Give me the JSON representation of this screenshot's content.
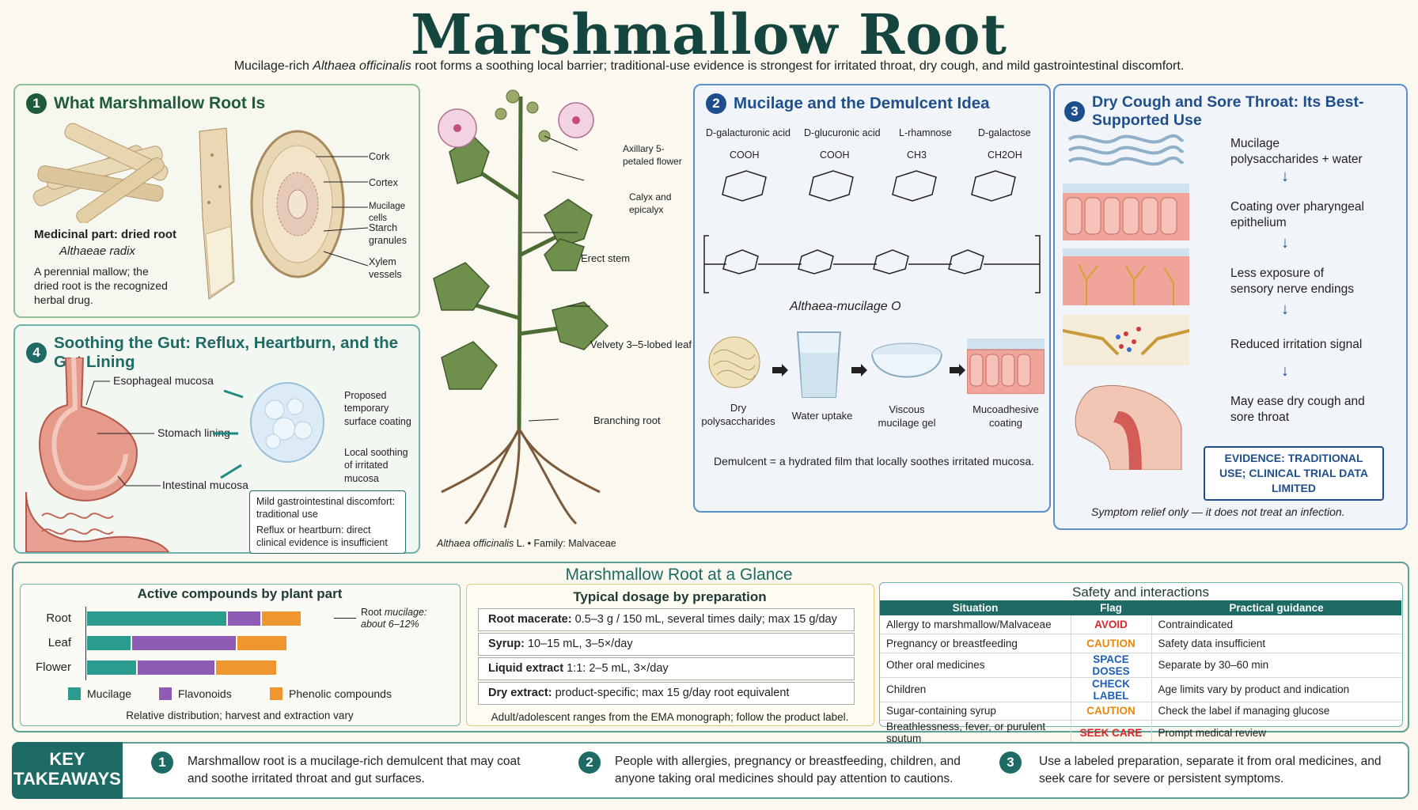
{
  "title": "Marshmallow Root",
  "subtitle": {
    "pre": "Mucilage-rich ",
    "species": "Althaea officinalis",
    "post": " root forms a soothing local barrier; traditional-use evidence is strongest for irritated throat, dry cough, and mild gastrointestinal discomfort."
  },
  "colors": {
    "teal": "#1d6b64",
    "green": "#1f5a3a",
    "blue": "#1e4f8c",
    "mucilage": "#2a9d8f",
    "flavonoids": "#8e5bb5",
    "phenolic": "#f0962e",
    "avoid": "#d62828",
    "caution": "#e8870c",
    "info": "#1e5fb8"
  },
  "panel1": {
    "num": "1",
    "title": "What Marshmallow Root Is",
    "medicinal_part": "Medicinal part: dried root",
    "radix": "Althaeae radix",
    "desc": "A perennial mallow; the dried root is the recognized herbal drug.",
    "section_labels": [
      "Cork",
      "Cortex",
      "Mucilage cells",
      "Starch granules",
      "Xylem vessels"
    ]
  },
  "plant": {
    "labels": [
      "Axillary 5-petaled flower",
      "Calyx and epicalyx",
      "Erect stem",
      "Velvety 3–5-lobed leaf",
      "Branching root"
    ],
    "caption_species": "Althaea officinalis",
    "caption_rest": " L.  •  Family: Malvaceae"
  },
  "panel2": {
    "num": "2",
    "title": "Mucilage and the Demulcent Idea",
    "sugars": [
      "D-galacturonic acid",
      "D-glucuronic acid",
      "L-rhamnose",
      "D-galactose"
    ],
    "sugar_groups": [
      "COOH",
      "COOH",
      "CH3",
      "CH2OH"
    ],
    "polymer_label": "Althaea-mucilage O",
    "steps": [
      "Dry polysaccharides",
      "Water uptake",
      "Viscous mucilage gel",
      "Mucoadhesive coating"
    ],
    "note": "Demulcent = a hydrated film that locally soothes irritated mucosa."
  },
  "panel3": {
    "num": "3",
    "title": "Dry Cough and Sore Throat: Its Best-Supported Use",
    "flow": [
      "Mucilage polysaccharides + water",
      "Coating over pharyngeal epithelium",
      "Less exposure of sensory nerve endings",
      "Reduced irritation signal",
      "May ease dry cough and sore throat"
    ],
    "evidence": "EVIDENCE: TRADITIONAL USE; CLINICAL TRIAL DATA LIMITED",
    "footnote": "Symptom relief only — it does not treat an infection."
  },
  "panel4": {
    "num": "4",
    "title": "Soothing the Gut: Reflux, Heartburn, and the Gut Lining",
    "anatomy": [
      "Esophageal mucosa",
      "Stomach lining",
      "Intestinal mucosa"
    ],
    "coating": [
      "Proposed temporary surface coating",
      "Local soothing of irritated mucosa"
    ],
    "note1": "Mild gastrointestinal discomfort: traditional use",
    "note2": "Reflux or heartburn: direct clinical evidence is insufficient"
  },
  "glance": {
    "title": "Marshmallow Root at a Glance",
    "dosage_title": "Typical dosage by preparation",
    "doses": [
      {
        "name": "Root macerate:",
        "detail": " 0.5–3 g / 150 mL, several times daily; max 15 g/day"
      },
      {
        "name": "Syrup:",
        "detail": " 10–15 mL, 3–5×/day"
      },
      {
        "name": "Liquid extract",
        "detail": " 1:1: 2–5 mL, 3×/day"
      },
      {
        "name": "Dry extract:",
        "detail": " product-specific; max 15 g/day root equivalent"
      }
    ],
    "dose_note": "Adult/adolescent ranges from the EMA monograph; follow the product label.",
    "safety_title": "Safety and interactions",
    "safety_headers": [
      "Situation",
      "Flag",
      "Practical guidance"
    ],
    "safety_rows": [
      {
        "situation": "Allergy to marshmallow/Malvaceae",
        "flag": "AVOID",
        "guidance": "Contraindicated",
        "color": "#d62828"
      },
      {
        "situation": "Pregnancy or breastfeeding",
        "flag": "CAUTION",
        "guidance": "Safety data insufficient",
        "color": "#e8870c"
      },
      {
        "situation": "Other oral medicines",
        "flag": "SPACE DOSES",
        "guidance": "Separate by 30–60 min",
        "color": "#1e5fb8"
      },
      {
        "situation": "Children",
        "flag": "CHECK LABEL",
        "guidance": "Age limits vary by product and indication",
        "color": "#1e5fb8"
      },
      {
        "situation": "Sugar-containing syrup",
        "flag": "CAUTION",
        "guidance": "Check the label if managing glucose",
        "color": "#e8870c"
      },
      {
        "situation": "Breathlessness, fever, or purulent sputum",
        "flag": "SEEK CARE",
        "guidance": "Prompt medical review",
        "color": "#d62828"
      }
    ]
  },
  "chart_data": {
    "type": "bar",
    "stacked": true,
    "orientation": "horizontal",
    "title": "Active compounds by plant part",
    "categories": [
      "Root",
      "Leaf",
      "Flower"
    ],
    "series": [
      {
        "name": "Mucilage",
        "values": [
          51,
          16,
          18
        ]
      },
      {
        "name": "Flavonoids",
        "values": [
          12,
          38,
          28
        ]
      },
      {
        "name": "Phenolic compounds",
        "values": [
          14,
          18,
          22
        ]
      }
    ],
    "annotation_pre": "Root ",
    "annotation_em": "mucilage: about 6–12%",
    "footnote": "Relative distribution; harvest and extraction vary",
    "legend_position": "bottom"
  },
  "takeaways": {
    "label_1": "KEY",
    "label_2": "TAKEAWAYS",
    "items": [
      {
        "num": "1",
        "text": "Marshmallow root is a mucilage-rich demulcent that may coat and soothe irritated throat and gut surfaces."
      },
      {
        "num": "2",
        "text": "People with allergies, pregnancy or breastfeeding, children, and anyone taking oral medicines should pay attention to cautions."
      },
      {
        "num": "3",
        "text": "Use a labeled preparation, separate it from oral medicines, and seek care for severe or persistent symptoms."
      }
    ]
  }
}
